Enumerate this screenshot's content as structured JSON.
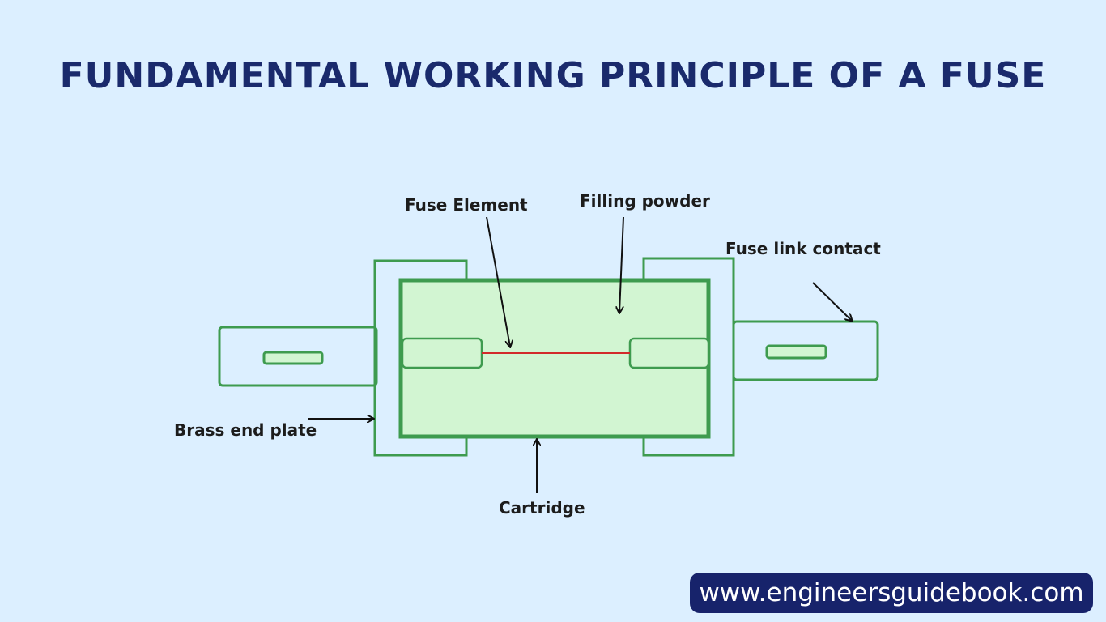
{
  "title": "FUNDAMENTAL WORKING PRINCIPLE OF A FUSE",
  "labels": {
    "fuse_element": "Fuse Element",
    "filling_powder": "Filling powder",
    "fuse_link_contact": "Fuse link contact",
    "brass_end_plate": "Brass end plate",
    "cartridge": "Cartridge"
  },
  "website": "www.engineersguidebook.com",
  "colors": {
    "background": "#dcefff",
    "title": "#1a2a6c",
    "outline_green": "#3e9b4f",
    "cartridge_fill": "#d2f5d2",
    "fuse_wire": "#d22a2a",
    "badge": "#17236b"
  }
}
